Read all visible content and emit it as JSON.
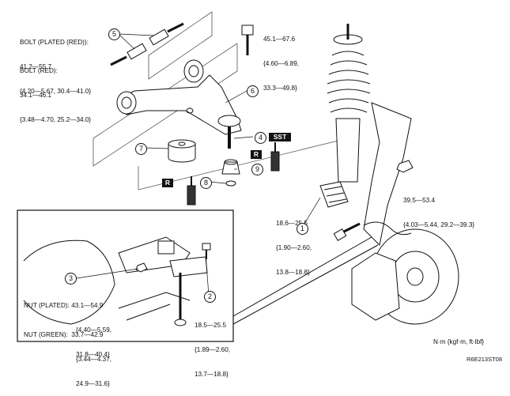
{
  "callouts": {
    "c1": "1",
    "c2": "2",
    "c3": "3",
    "c4": "4",
    "c5": "5",
    "c6": "6",
    "c7": "7",
    "c8": "8",
    "c9": "9"
  },
  "badges": {
    "sst": "SST",
    "r1": "R",
    "r2": "R"
  },
  "torques": {
    "bolt_plated_red": [
      "BOLT (PLATED (RED)):",
      "41.2—55.7",
      "{4.20—5.67, 30.4—41.0}"
    ],
    "bolt_red": [
      "BOLT (RED):",
      "34.1—46.1",
      "{3.48—4.70, 25.2—34.0}"
    ],
    "upper_bolt": [
      "45.1—67.6",
      "{4.60—6.89,",
      "33.3—49.8}"
    ],
    "knuckle_nut": [
      "39.5—53.4",
      "{4.03—5.44, 29.2—39.3}"
    ],
    "bracket_bolt": [
      "18.6—25.5",
      "{1.90—2.60,",
      "13.8—18.8}"
    ],
    "nut_plated": [
      "NUT (PLATED): 43.1—54.9",
      "{4.40—5.59,",
      "31.8—40.4}"
    ],
    "nut_green": [
      "NUT (GREEN):  33.7—42.9",
      "{3.44—4.37,",
      "24.9—31.6}"
    ],
    "stab_bolt": [
      "18.5—25.5",
      "{1.89—2.60,",
      "13.7—18.8}"
    ]
  },
  "units": "N·m {kgf·m, ft·lbf}",
  "figure_code": "R6E213ST08"
}
